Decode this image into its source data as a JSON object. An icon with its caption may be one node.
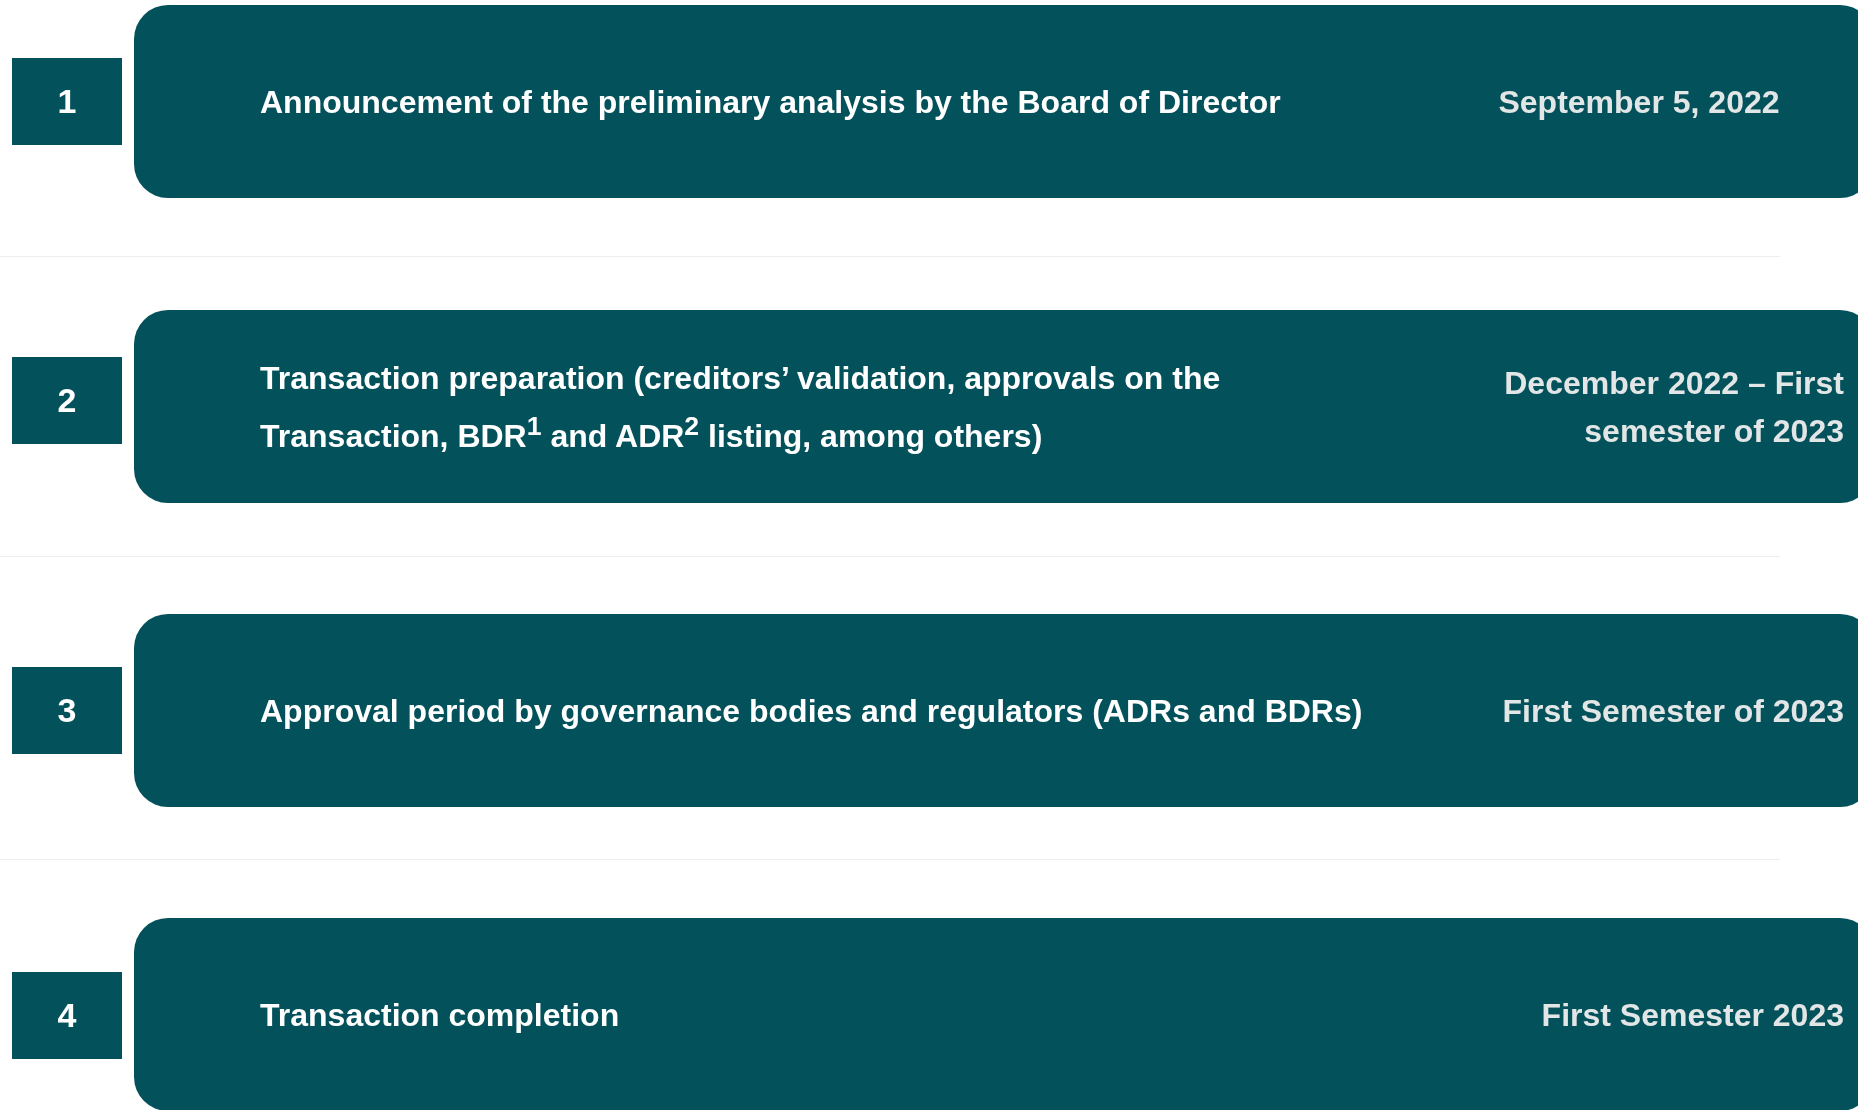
{
  "diagram": {
    "nodes": [
      {
        "text": [
          "1"
        ]
      },
      {
        "text": [
          "Announcement of the preliminary analysis by the Board of Director",
          "September 5, 2022"
        ]
      },
      {
        "text": [
          "2"
        ]
      },
      {
        "text": [
          "Transaction preparation (creditors’ validation, approvals on the Transaction, BDR$^{1}$ and ADR$^{2}$ listing, among others)",
          "December 2022 – First semester of 2023"
        ]
      },
      {
        "text": [
          "3"
        ]
      },
      {
        "text": [
          "Approval period by governance bodies and regulators (ADRs and BDRs)",
          "First Semester of 2023"
        ]
      },
      {
        "text": [
          "4"
        ]
      },
      {
        "text": [
          "Transaction completion",
          "First Semester 2023"
        ]
      }
    ],
    "edges": []
  }
}
